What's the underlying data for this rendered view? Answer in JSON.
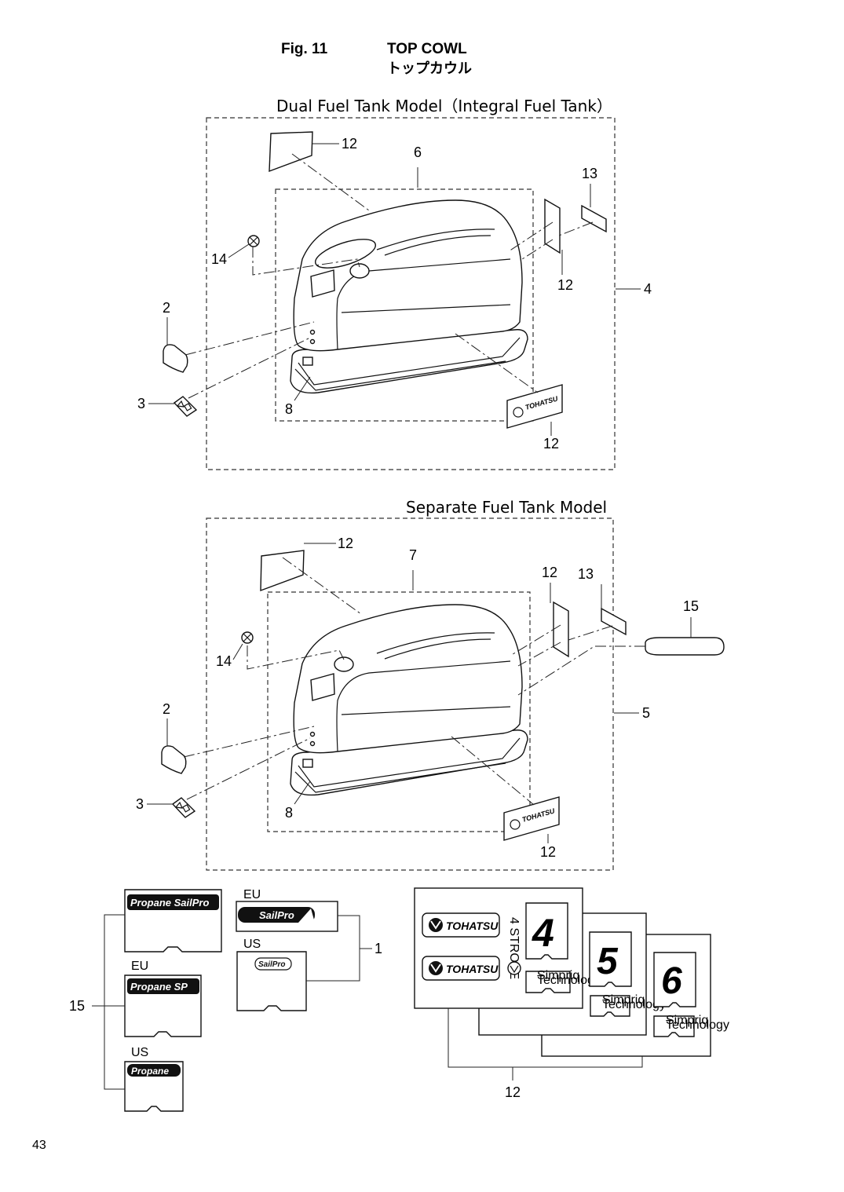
{
  "figure": {
    "number": "Fig. 11",
    "title": "TOP COWL",
    "title_jp": "トップカウル"
  },
  "sections": {
    "dual": "Dual Fuel Tank Model（Integral Fuel Tank）",
    "separate": "Separate Fuel Tank Model"
  },
  "callouts": {
    "d_12a": "12",
    "d_6": "6",
    "d_13": "13",
    "d_14": "14",
    "d_12b": "12",
    "d_4": "4",
    "d_2": "2",
    "d_3": "3",
    "d_8": "8",
    "d_12c": "12",
    "s_12a": "12",
    "s_7": "7",
    "s_12b": "12",
    "s_13": "13",
    "s_15": "15",
    "s_14": "14",
    "s_5": "5",
    "s_2": "2",
    "s_3": "3",
    "s_8": "8",
    "s_12c": "12",
    "b_1": "1",
    "b_15": "15",
    "b_12": "12"
  },
  "decals": {
    "tohatsu_logo": "TOHATSU",
    "brand": "TOHATSU",
    "propane_sailpro": "Propane SailPro",
    "propane_sp": "Propane SP",
    "propane": "Propane",
    "sailpro": "SailPro",
    "region_eu": "EU",
    "region_us": "US",
    "simpriq_line1": "Simpriq",
    "simpriq_line2": "Technology",
    "digit_4": "4",
    "digit_5": "5",
    "digit_6": "6",
    "vertical_text": "4 STROKE"
  },
  "page_number": "43"
}
